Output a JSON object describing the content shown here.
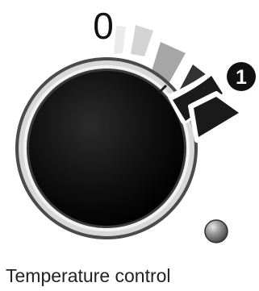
{
  "dial": {
    "off_label": "0",
    "step_label": "1",
    "segment_colors": [
      "#ebebeb",
      "#d4d4d4",
      "#a6a6a6",
      "#333333"
    ],
    "knob_color": "#111111",
    "ring_color": "#cfcfcf",
    "arrow_color": "#1a1a1a",
    "indicator_light_color": "#8a8a8a"
  },
  "caption": "Temperature control"
}
